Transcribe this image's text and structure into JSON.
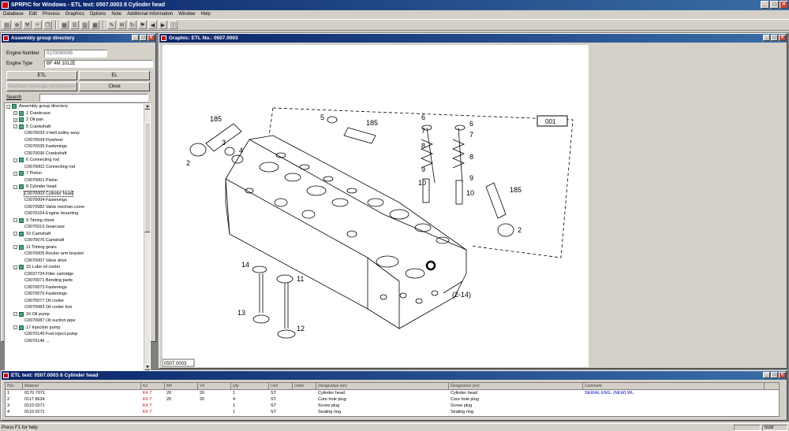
{
  "window": {
    "title": "SPRPIC for Windows - ETL text: 0507.0003   8  Cylinder head"
  },
  "menu": [
    "Database",
    "Edit",
    "Process",
    "Graphics",
    "Options",
    "Note",
    "Additional Information",
    "Window",
    "Help"
  ],
  "assembly_panel": {
    "title": "Assembly group directory",
    "engine_number_label": "Engine Number",
    "engine_number_value": "0170000005",
    "engine_type_label": "Engine Type",
    "engine_type_value": "BF 4M 1012E",
    "btn_etl": "ETL",
    "btn_el": "EL",
    "btn_feedback": "feedback message send/receive",
    "btn_close": "Close",
    "search_label": "Search",
    "tree": [
      {
        "level": 0,
        "exp": "-",
        "text": "Assembly group directory"
      },
      {
        "level": 1,
        "exp": "+",
        "text": "1  Crankcase"
      },
      {
        "level": 1,
        "exp": "+",
        "text": "2  Oil pan"
      },
      {
        "level": 1,
        "exp": "-",
        "text": "5  Crankshaft"
      },
      {
        "level": 2,
        "text": "C0070033  V-belt pulley assy."
      },
      {
        "level": 2,
        "text": "C0070034  Flywheel"
      },
      {
        "level": 2,
        "text": "C0070035  Fastenings"
      },
      {
        "level": 2,
        "text": "C0070036  Crankshaft"
      },
      {
        "level": 1,
        "exp": "-",
        "text": "6  Connecting rod"
      },
      {
        "level": 2,
        "text": "C0070002  Connecting rod"
      },
      {
        "level": 1,
        "exp": "-",
        "text": "7  Piston"
      },
      {
        "level": 2,
        "text": "C0070001  Piston"
      },
      {
        "level": 1,
        "exp": "-",
        "text": "8  Cylinder head"
      },
      {
        "level": 2,
        "text": "C0070003  Cylinder head",
        "selected": true
      },
      {
        "level": 2,
        "text": "C0070004  Fastenings"
      },
      {
        "level": 2,
        "text": "C0070082  Valve mechan.cover"
      },
      {
        "level": 2,
        "text": "C0070164  Engine mounting"
      },
      {
        "level": 1,
        "exp": "-",
        "text": "9  Timing chest"
      },
      {
        "level": 2,
        "text": "C0070013  Gearcase"
      },
      {
        "level": 1,
        "exp": "-",
        "text": "10  Camshaft"
      },
      {
        "level": 2,
        "text": "C0070076  Camshaft"
      },
      {
        "level": 1,
        "exp": "-",
        "text": "11  Timing gears"
      },
      {
        "level": 2,
        "text": "C0070005  Rocker arm bracket"
      },
      {
        "level": 2,
        "text": "C0070007  Valve drive"
      },
      {
        "level": 1,
        "exp": "-",
        "text": "15  Lube oil cooler"
      },
      {
        "level": 2,
        "text": "C0037734  Filter cartridge"
      },
      {
        "level": 2,
        "text": "C0070071  Bending parts"
      },
      {
        "level": 2,
        "text": "C0070073  Fastenings"
      },
      {
        "level": 2,
        "text": "C0070075  Fastenings"
      },
      {
        "level": 2,
        "text": "C0070077  Oil cooler"
      },
      {
        "level": 2,
        "text": "C0070083  Oil cooler box"
      },
      {
        "level": 1,
        "exp": "-",
        "text": "16  Oil pump"
      },
      {
        "level": 2,
        "text": "C0070087  Oil suction pipe"
      },
      {
        "level": 1,
        "exp": "-",
        "text": "17  Injection pump"
      },
      {
        "level": 2,
        "text": "C0070145  Fuel inject.pump"
      },
      {
        "level": 2,
        "text": "C0070146  ..."
      }
    ]
  },
  "graphic_panel": {
    "title": "Graphic: ETL No.: 0507.0003",
    "footer_label": "0507.0003",
    "box_label": "001",
    "callouts": [
      "185",
      "5",
      "185",
      "6",
      "6",
      "7",
      "7",
      "8",
      "8",
      "9",
      "9",
      "10",
      "10",
      "185",
      "2",
      "2",
      "3",
      "4",
      "11",
      "12",
      "13",
      "14",
      "(2-14)"
    ]
  },
  "etl_panel": {
    "title": "ETL text: 0507.0003   8  Cylinder head",
    "columns": [
      "Pos",
      "Material",
      "Kz",
      "Mö",
      "Vö",
      "Qty",
      "Unit",
      "Order",
      "Designation (en)",
      "Designation (en)",
      "Comment"
    ],
    "rows": [
      {
        "pos": "1",
        "material": "0170 7071",
        "kz": "K# 7",
        "mo": "20",
        "vo": "20",
        "qty": "1",
        "unit": "ST",
        "des1": "Cylinder head",
        "des2": "Cylinder head",
        "comment": "SERIAL ENG. (NEW) WL"
      },
      {
        "pos": "2",
        "material": "0117 9634",
        "kz": "K# 7",
        "mo": "20",
        "vo": "20",
        "qty": "4",
        "unit": "ST",
        "des1": "Core hole plug",
        "des2": "Core hole plug",
        "comment": ""
      },
      {
        "pos": "3",
        "material": "0110 0371",
        "kz": "K# 7",
        "mo": "",
        "vo": "",
        "qty": "1",
        "unit": "ST",
        "des1": "Screw plug",
        "des2": "Screw plug",
        "comment": ""
      },
      {
        "pos": "4",
        "material": "0110 0271",
        "kz": "K# 7",
        "mo": "",
        "vo": "",
        "qty": "1",
        "unit": "ST",
        "des1": "Sealing ring",
        "des2": "Sealing ring",
        "comment": ""
      }
    ]
  },
  "status": {
    "text": "Press F1 for help",
    "right": "NUM"
  }
}
